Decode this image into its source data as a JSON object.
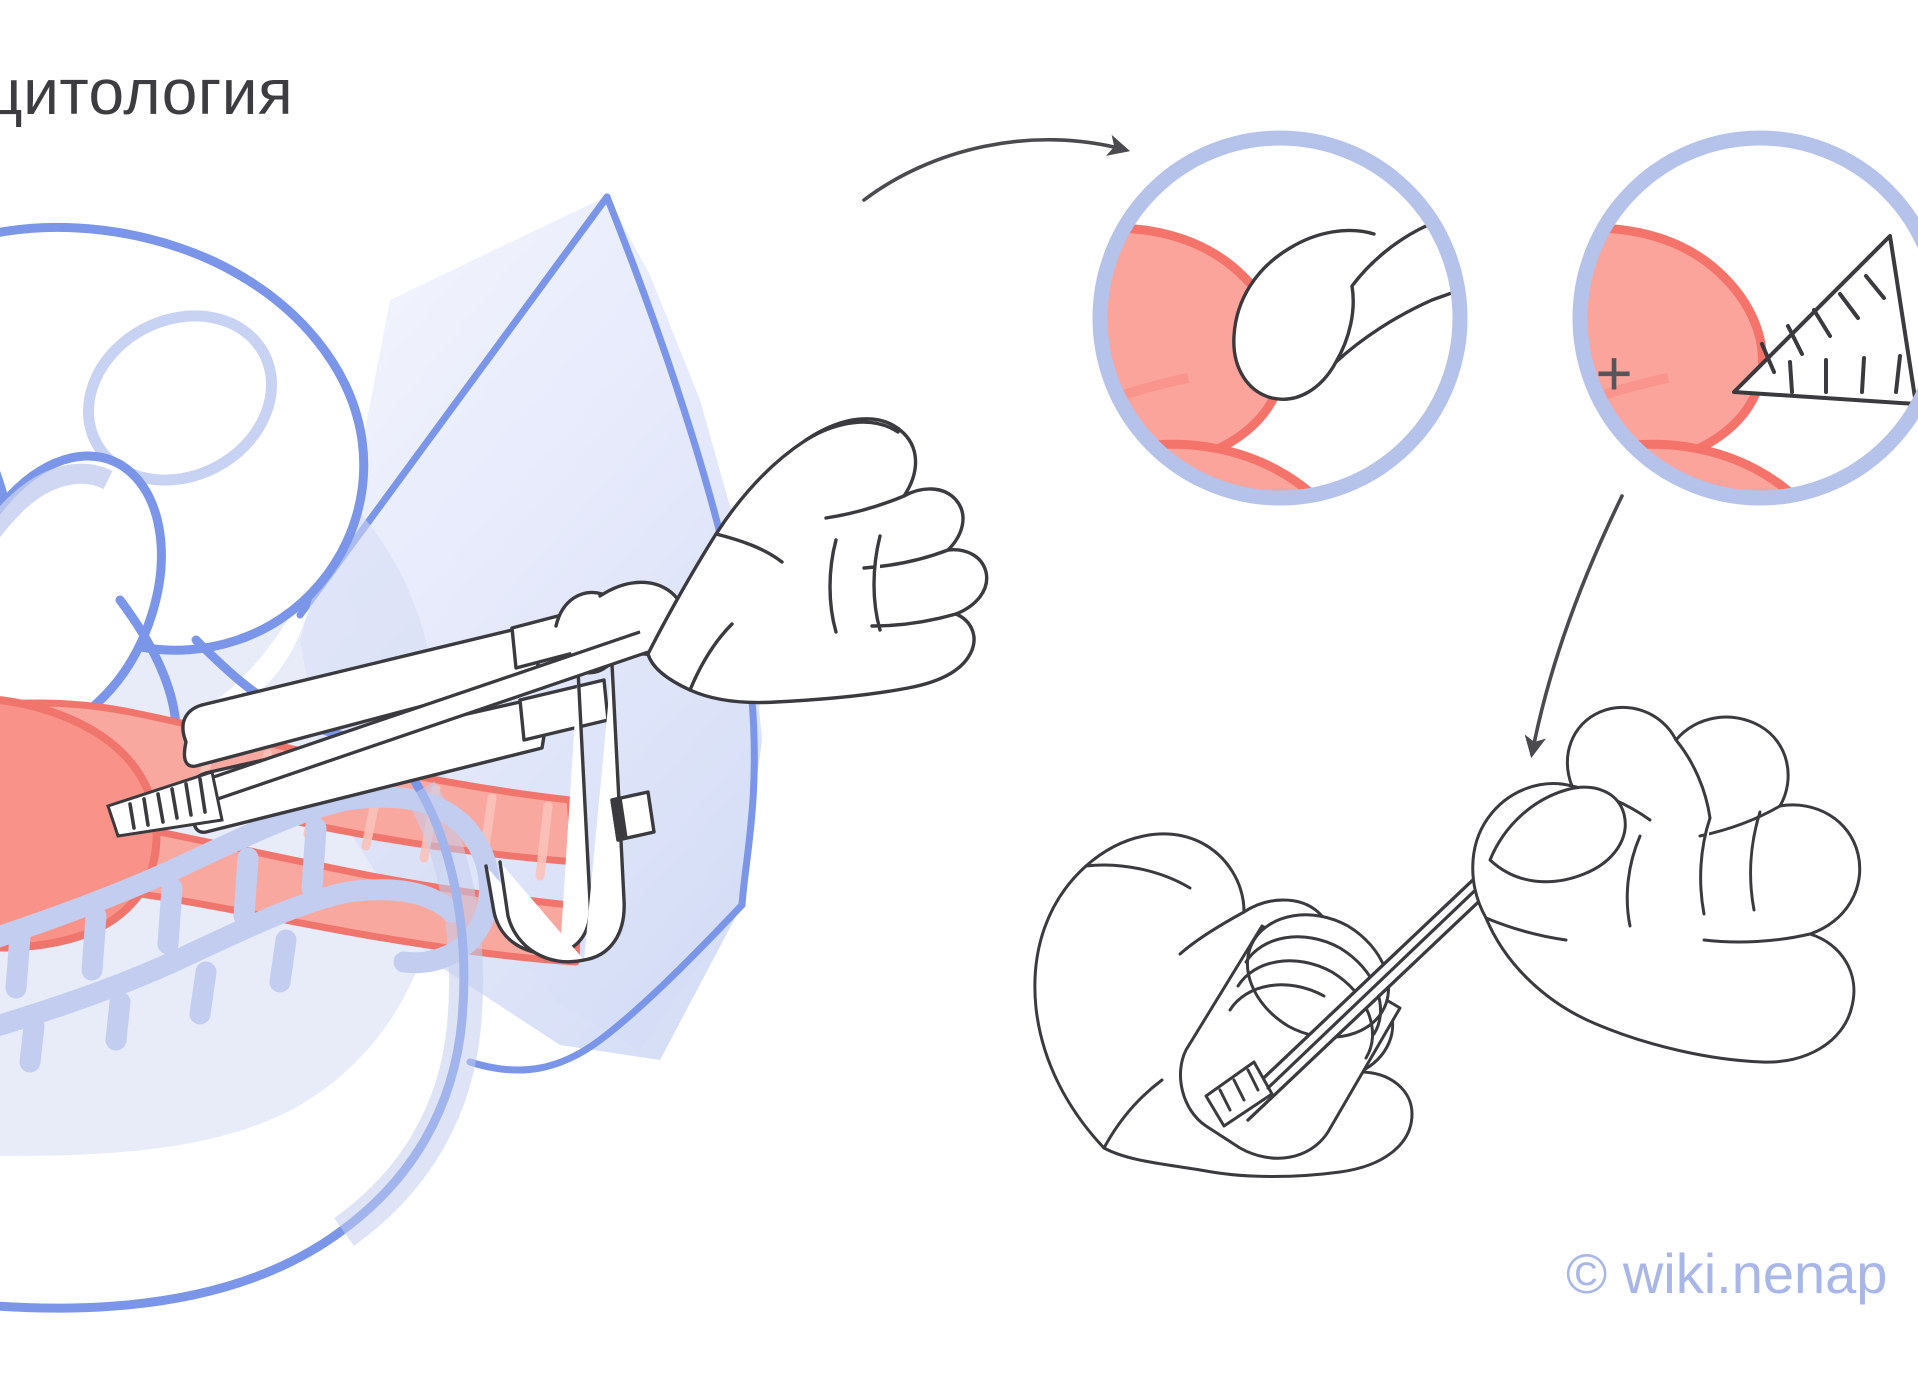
{
  "illustration": {
    "title": "цитология",
    "watermark": "© wiki.nenap",
    "plus_symbol": "+",
    "palette": {
      "anatomy_stroke": "#7b96e8",
      "anatomy_fill": "#c3cdef",
      "anatomy_fill_soft": "#d3dbf5",
      "mucosa_stroke": "#f0756c",
      "mucosa_fill": "#f9a8a0",
      "mucosa_fill_deep": "#f9938a",
      "drape_top": "#eef0fb",
      "drape_bottom": "#d9e0f7",
      "line_art": "#3a3a3f",
      "arrow": "#4a4a4f",
      "circle_ring": "#b5c2ea",
      "title_color": "#3c3c41",
      "watermark_color": "#a8b6e8",
      "background": "#ffffff"
    },
    "scenes": [
      {
        "name": "pelvic-cross-section",
        "label": "Sagittal pelvic cross-section with speculum and cytobrush",
        "parts": [
          "bladder",
          "uterus",
          "cervix",
          "vagina",
          "rectum",
          "speculum",
          "cytobrush",
          "clinician-hand",
          "drape"
        ]
      },
      {
        "name": "magnified-cervix-swab",
        "label": "Magnified cervix with cotton swab sampling ectocervix"
      },
      {
        "name": "magnified-cervix-brush",
        "label": "Magnified cervix with endocervical brush sampling"
      },
      {
        "name": "specimen-vial-transfer",
        "label": "Hands transferring sample brush into specimen vial"
      }
    ],
    "arrows": [
      {
        "name": "arrow-to-magnified-view",
        "direction": "up-right"
      },
      {
        "name": "arrow-to-vial-step",
        "direction": "down"
      }
    ]
  }
}
